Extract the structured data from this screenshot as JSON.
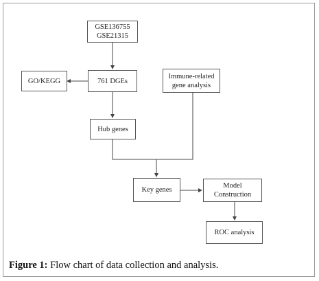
{
  "flowchart": {
    "nodes": {
      "datasets": {
        "line1": "GSE136755",
        "line2": "GSE21315"
      },
      "go_kegg": "GO/KEGG",
      "dges": "761 DGEs",
      "immune": {
        "line1": "Immune-related",
        "line2": "gene analysis"
      },
      "hub_genes": "Hub genes",
      "key_genes": "Key genes",
      "model": {
        "line1": "Model",
        "line2": "Construction"
      },
      "roc": "ROC analysis"
    },
    "edges": [
      [
        "datasets",
        "dges"
      ],
      [
        "dges",
        "go_kegg"
      ],
      [
        "dges",
        "hub_genes"
      ],
      [
        "hub_genes",
        "key_genes"
      ],
      [
        "immune",
        "key_genes"
      ],
      [
        "key_genes",
        "model"
      ],
      [
        "model",
        "roc"
      ]
    ],
    "colors": {
      "line": "#444444",
      "border": "#555555",
      "frame": "#9a9a9a"
    }
  },
  "caption": {
    "label": "Figure 1:",
    "text": " Flow chart of data collection and analysis."
  }
}
